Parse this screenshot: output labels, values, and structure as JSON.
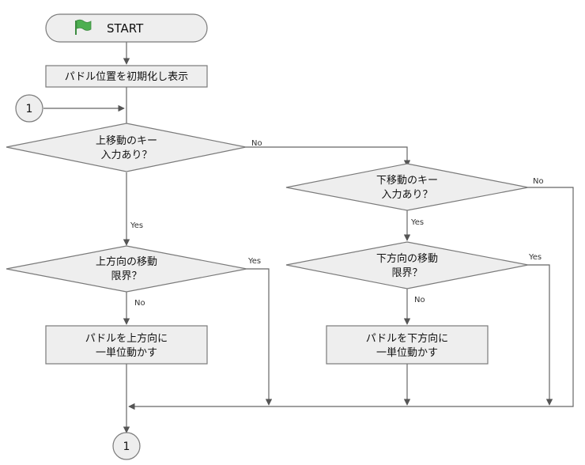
{
  "start": {
    "label": "START",
    "icon": "green-flag-icon",
    "icon_color": "#4caf50"
  },
  "init": {
    "label": "パドル位置を初期化し表示"
  },
  "connector_top": {
    "label": "1"
  },
  "connector_bottom": {
    "label": "1"
  },
  "decision_up_key": {
    "line1": "上移動のキー",
    "line2": "入力あり？"
  },
  "decision_down_key": {
    "line1": "下移動のキー",
    "line2": "入力あり？"
  },
  "decision_up_limit": {
    "line1": "上方向の移動",
    "line2": "限界？"
  },
  "decision_down_limit": {
    "line1": "下方向の移動",
    "line2": "限界？"
  },
  "action_up": {
    "line1": "パドルを上方向に",
    "line2": "一単位動かす"
  },
  "action_down": {
    "line1": "パドルを下方向に",
    "line2": "一単位動かす"
  },
  "branches": {
    "up_key_no": "No",
    "up_key_yes": "Yes",
    "down_key_no": "No",
    "down_key_yes": "Yes",
    "up_limit_yes": "Yes",
    "up_limit_no": "No",
    "down_limit_yes": "Yes",
    "down_limit_no": "No"
  }
}
